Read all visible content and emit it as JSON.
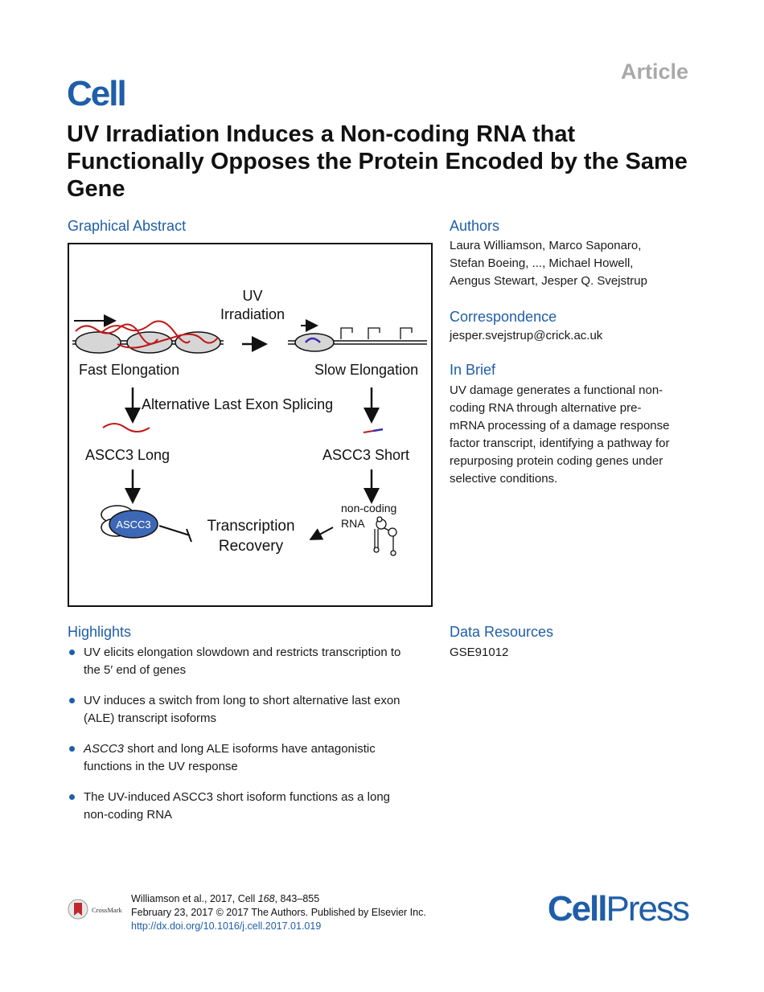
{
  "header": {
    "article_label": "Article",
    "journal_logo": "Cell"
  },
  "title": "UV Irradiation Induces a Non-coding RNA that Functionally Opposes the Protein Encoded by the Same Gene",
  "graphical_abstract": {
    "heading": "Graphical Abstract",
    "labels": {
      "uv": "UV",
      "irradiation": "Irradiation",
      "fast": "Fast Elongation",
      "slow": "Slow Elongation",
      "splicing": "Alternative Last Exon Splicing",
      "long": "ASCC3 Long",
      "short": "ASCC3 Short",
      "protein": "ASCC3",
      "noncoding1": "non-coding",
      "noncoding2": "RNA",
      "recovery1": "Transcription",
      "recovery2": "Recovery"
    },
    "colors": {
      "rna": "#c01818",
      "short_rna": "#3a2bb5",
      "protein": "#3d68b5"
    }
  },
  "authors": {
    "heading": "Authors",
    "lines": [
      "Laura Williamson, Marco Saponaro,",
      "Stefan Boeing, ..., Michael Howell,",
      "Aengus Stewart, Jesper Q. Svejstrup"
    ]
  },
  "correspondence": {
    "heading": "Correspondence",
    "email": "jesper.svejstrup@crick.ac.uk"
  },
  "in_brief": {
    "heading": "In Brief",
    "lines": [
      "UV damage generates a functional non-",
      "coding RNA through alternative pre-",
      "mRNA processing of a damage response",
      "factor transcript, identifying a pathway for",
      "repurposing protein coding genes under",
      "selective conditions."
    ]
  },
  "highlights": {
    "heading": "Highlights",
    "items": [
      {
        "lines": [
          "UV elicits elongation slowdown and restricts transcription to",
          "the 5′ end of genes"
        ]
      },
      {
        "lines": [
          "UV induces a switch from long to short alternative last exon",
          "(ALE) transcript isoforms"
        ]
      },
      {
        "italic_lead": "ASCC3",
        "lines": [
          " short and long ALE isoforms have antagonistic",
          "functions in the UV response"
        ]
      },
      {
        "lines": [
          "The UV-induced ASCC3 short isoform functions as a long",
          "non-coding RNA"
        ]
      }
    ]
  },
  "data_resources": {
    "heading": "Data Resources",
    "accession": "GSE91012"
  },
  "footer": {
    "citation_prefix": "Williamson et al., 2017, Cell ",
    "volume": "168",
    "pages": ", 843–855",
    "date_line": "February 23, 2017 © 2017 The Authors. Published by Elsevier Inc.",
    "doi": "http://dx.doi.org/10.1016/j.cell.2017.01.019",
    "crossmark": "CrossMark",
    "publisher_logo_cell": "Cell",
    "publisher_logo_press": "Press"
  }
}
